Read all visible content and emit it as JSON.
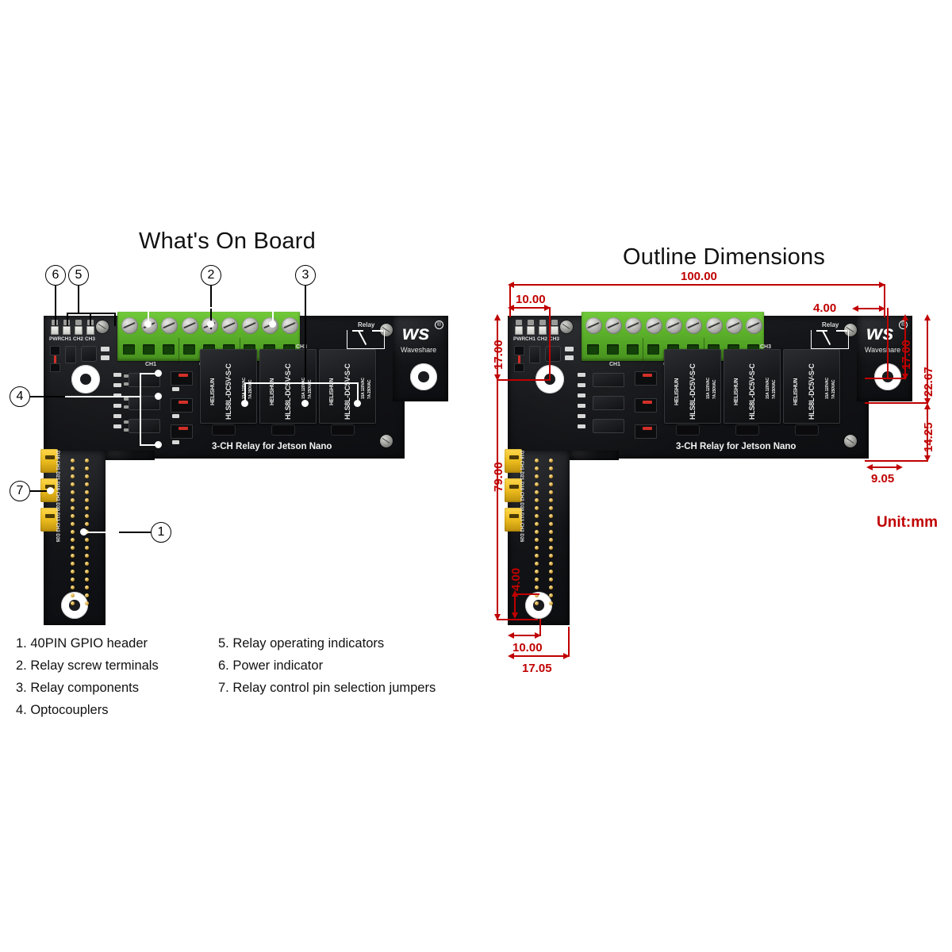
{
  "left_panel": {
    "title": "What's On Board",
    "callouts": [
      {
        "id": "1",
        "label": "1"
      },
      {
        "id": "2",
        "label": "2"
      },
      {
        "id": "3",
        "label": "3"
      },
      {
        "id": "4",
        "label": "4"
      },
      {
        "id": "5",
        "label": "5"
      },
      {
        "id": "6",
        "label": "6"
      },
      {
        "id": "7",
        "label": "7"
      }
    ],
    "legend": [
      {
        "num": "1.",
        "text": "1. 40PIN GPIO header"
      },
      {
        "num": "2.",
        "text": "2. Relay screw terminals"
      },
      {
        "num": "3.",
        "text": "3. Relay components"
      },
      {
        "num": "4.",
        "text": "4. Optocouplers"
      },
      {
        "num": "5.",
        "text": "5. Relay operating indicators"
      },
      {
        "num": "6.",
        "text": "6. Power indicator"
      },
      {
        "num": "7.",
        "text": "7. Relay control pin selection jumpers"
      }
    ]
  },
  "right_panel": {
    "title": "Outline Dimensions",
    "unit": "Unit:mm",
    "dimensions": {
      "overall_width": "100.00",
      "hole_offset_left_top": "10.00",
      "hole_offset_top_left": "17.00",
      "hole_offset_right": "4.00",
      "hole_offset_top_right": "17.00",
      "board_right_height": "22.67",
      "notch_height": "14.25",
      "notch_width": "9.05",
      "overall_height": "79.00",
      "hole_offset_bottom": "4.00",
      "hole_offset_left_bottom": "10.00",
      "board_bottom_width": "17.05"
    }
  },
  "board": {
    "silk_title": "3-CH Relay for Jetson Nano",
    "brand": "Waveshare",
    "brand_mark": "®",
    "relay_symbol_label": "Relay",
    "led_labels": [
      "PWR",
      "CH1",
      "CH2",
      "CH3"
    ],
    "channel_labels": [
      "CH1",
      "CH2",
      "CH3"
    ],
    "relays": [
      {
        "model": "HLS8L-DC5V-S-C",
        "rating_a": "15A 120VAC",
        "rating_b": "7A 250VAC",
        "brand": "HELISHUN"
      },
      {
        "model": "HLS8L-DC5V-S-C",
        "rating_a": "15A 120VAC",
        "rating_b": "7A 250VAC",
        "brand": "HELISHUN"
      },
      {
        "model": "HLS8L-DC5V-S-C",
        "rating_a": "15A 120VAC",
        "rating_b": "7A 250VAC",
        "brand": "HELISHUN"
      }
    ],
    "jumper_silk": "D16 CH1 D21 D19 CH2 D20 D13 CH3 D26"
  },
  "colors": {
    "dimension_red": "#C00000",
    "pcb_black": "#15161a",
    "terminal_green": "#5cb12a",
    "jumper_yellow": "#e8b81c",
    "text_black": "#111111"
  }
}
